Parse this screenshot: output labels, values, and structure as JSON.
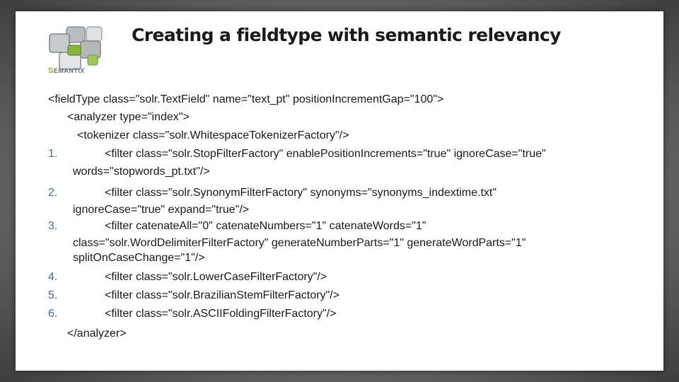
{
  "slide": {
    "title": "Creating a fieldtype with semantic relevancy",
    "logo": {
      "initial": "S",
      "rest": "EMANTIX",
      "colors": {
        "green": "#87b53d",
        "gray": "#6a6f72"
      }
    },
    "lines": {
      "fieldtype_open": "<fieldType class=\"solr.TextField\" name=\"text_pt\" positionIncrementGap=\"100\">",
      "analyzer_open": "<analyzer type=\"index\">",
      "tokenizer": "<tokenizer class=\"solr.WhitespaceTokenizerFactory\"/>",
      "analyzer_close": "</analyzer>"
    },
    "filters": [
      {
        "num": "1.",
        "line1": "<filter class=\"solr.StopFilterFactory\" enablePositionIncrements=\"true\" ignoreCase=\"true\"",
        "line2": "words=\"stopwords_pt.txt\"/>"
      },
      {
        "num": "2.",
        "line1": "<filter class=\"solr.SynonymFilterFactory\" synonyms=\"synonyms_indextime.txt\"",
        "line2": "ignoreCase=\"true\" expand=\"true\"/>"
      },
      {
        "num": "3.",
        "line1": "<filter catenateAll=\"0\" catenateNumbers=\"1\" catenateWords=\"1\"",
        "line2": "class=\"solr.WordDelimiterFilterFactory\" generateNumberParts=\"1\" generateWordParts=\"1\"",
        "line3": "splitOnCaseChange=\"1\"/>"
      },
      {
        "num": "4.",
        "line1": "<filter class=\"solr.LowerCaseFilterFactory\"/>"
      },
      {
        "num": "5.",
        "line1": "<filter class=\"solr.BrazilianStemFilterFactory\"/>"
      },
      {
        "num": "6.",
        "line1": "<filter class=\"solr.ASCIIFoldingFilterFactory\"/>"
      }
    ],
    "colors": {
      "number": "#3a6cb5",
      "text": "#1a1a1a"
    }
  }
}
